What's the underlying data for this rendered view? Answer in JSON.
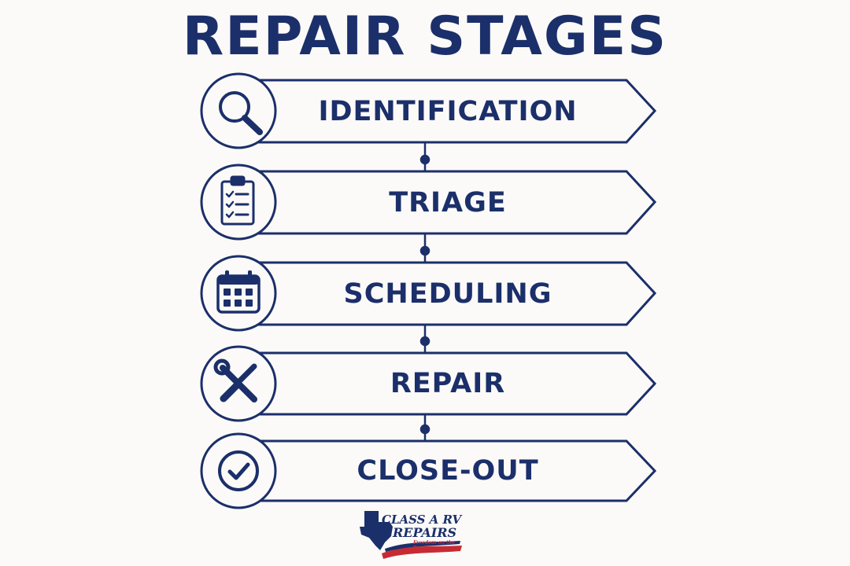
{
  "title": "REPAIR STAGES",
  "colors": {
    "navy": "#1b2f6a",
    "background": "#fbfaf8",
    "accent_red": "#c62b34"
  },
  "stages": [
    {
      "label": "IDENTIFICATION",
      "icon": "magnifying-glass-icon"
    },
    {
      "label": "TRIAGE",
      "icon": "clipboard-checklist-icon"
    },
    {
      "label": "SCHEDULING",
      "icon": "calendar-icon"
    },
    {
      "label": "REPAIR",
      "icon": "wrench-screwdriver-icon"
    },
    {
      "label": "CLOSE-OUT",
      "icon": "checkmark-circle-icon"
    }
  ],
  "logo": {
    "line1": "CLASS A RV",
    "line2": "REPAIRS",
    "tagline": "Freedom on the Road"
  }
}
